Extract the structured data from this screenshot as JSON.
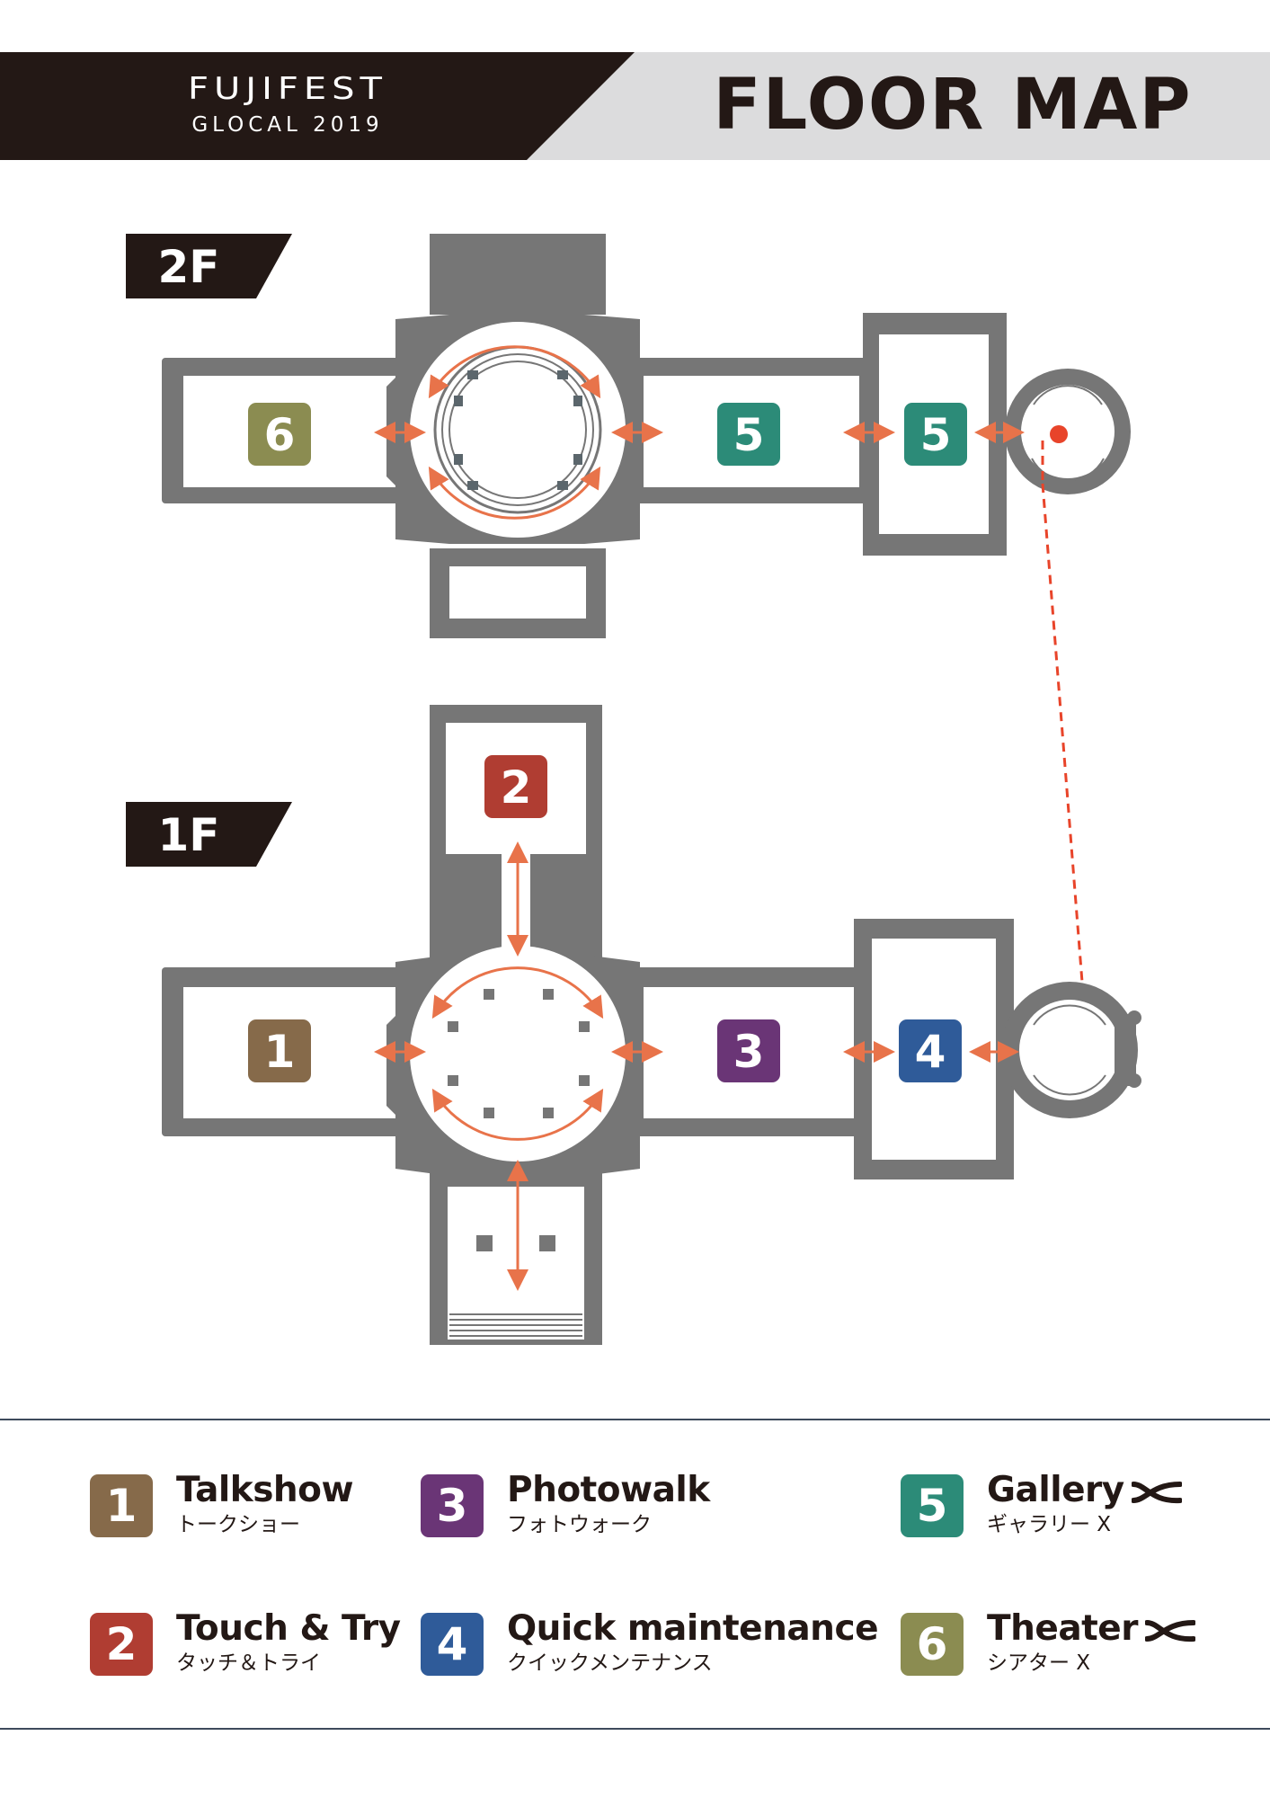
{
  "header": {
    "brand": "FUJIFEST",
    "brand_sub": "GLOCAL 2019",
    "title": "FLOOR MAP"
  },
  "floors": [
    {
      "label": "2F",
      "rooms": [
        {
          "number": "6",
          "color": "#8b8c51"
        },
        {
          "number": "5",
          "color": "#2c8b78"
        },
        {
          "number": "5",
          "color": "#2c8b78"
        }
      ]
    },
    {
      "label": "1F",
      "rooms": [
        {
          "number": "2",
          "color": "#b03d32"
        },
        {
          "number": "1",
          "color": "#866a4a"
        },
        {
          "number": "3",
          "color": "#6a3576"
        },
        {
          "number": "4",
          "color": "#2f5b99"
        }
      ]
    }
  ],
  "legend": [
    {
      "number": "1",
      "title": "Talkshow",
      "subtitle": "トークショー",
      "color": "#866a4a",
      "mark": ""
    },
    {
      "number": "2",
      "title": "Touch & Try",
      "subtitle": "タッチ＆トライ",
      "color": "#b03d32",
      "mark": ""
    },
    {
      "number": "3",
      "title": "Photowalk",
      "subtitle": "フォトウォーク",
      "color": "#6a3576",
      "mark": ""
    },
    {
      "number": "4",
      "title": "Quick maintenance",
      "subtitle": "クイックメンテナンス",
      "color": "#2f5b99",
      "mark": ""
    },
    {
      "number": "5",
      "title": "Gallery",
      "subtitle": "ギャラリー X",
      "color": "#2c8b78",
      "mark": "x-series-icon"
    },
    {
      "number": "6",
      "title": "Theater",
      "subtitle": "シアター X",
      "color": "#8b8c51",
      "mark": "x-series-icon"
    }
  ],
  "colors": {
    "wall": "#767676",
    "arrow": "#e8734a",
    "stairs_dot": "#e8442a",
    "dark": "#231815",
    "header_grey": "#dcdcdd"
  }
}
